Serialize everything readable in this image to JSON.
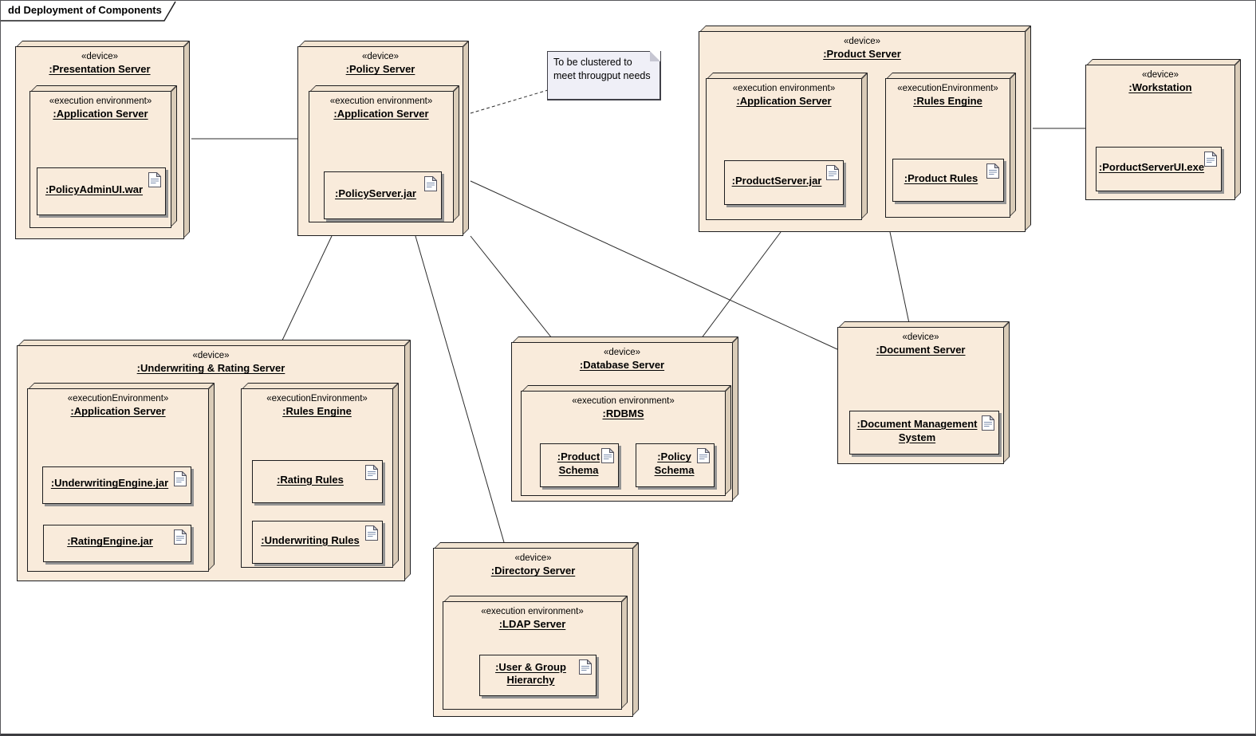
{
  "diagram": {
    "title": "dd Deployment of Components"
  },
  "colors": {
    "node_fill": "#F9EBDB",
    "node_top_face": "#F2E4D1",
    "node_side_face": "#DACCB8",
    "node_border": "#1d1d1f",
    "artifact_shadow": "#949494",
    "note_fill": "#EFEFF7",
    "connector": "#2b2b2b",
    "background": "#ffffff"
  },
  "note": {
    "text": "To be clustered to meet througput needs"
  },
  "nodes": {
    "presentation": {
      "stereotype": "«device»",
      "name": ":Presentation Server"
    },
    "presentation_app": {
      "stereotype": "«execution environment»",
      "name": ":Application Server"
    },
    "policy_admin_ui": {
      "name": ":PolicyAdminUI.war"
    },
    "policy": {
      "stereotype": "«device»",
      "name": ":Policy Server"
    },
    "policy_app": {
      "stereotype": "«execution environment»",
      "name": ":Application Server"
    },
    "policy_server_jar": {
      "name": ":PolicyServer.jar"
    },
    "product": {
      "stereotype": "«device»",
      "name": ":Product Server"
    },
    "product_app": {
      "stereotype": "«execution environment»",
      "name": ":Application Server"
    },
    "product_rules_engine": {
      "stereotype": "«executionEnvironment»",
      "name": ":Rules Engine"
    },
    "product_server_jar": {
      "name": ":ProductServer.jar"
    },
    "product_rules": {
      "name": ":Product Rules"
    },
    "workstation": {
      "stereotype": "«device»",
      "name": ":Workstation"
    },
    "porduct_server_ui": {
      "name": ":PorductServerUI.exe"
    },
    "uw_rating": {
      "stereotype": "«device»",
      "name": ":Underwriting & Rating Server"
    },
    "uw_app": {
      "stereotype": "«executionEnvironment»",
      "name": ":Application Server"
    },
    "uw_rules_engine": {
      "stereotype": "«executionEnvironment»",
      "name": ":Rules Engine"
    },
    "underwriting_engine_jar": {
      "name": ":UnderwritingEngine.jar"
    },
    "rating_engine_jar": {
      "name": ":RatingEngine.jar"
    },
    "rating_rules": {
      "name": ":Rating Rules"
    },
    "underwriting_rules": {
      "name": ":Underwriting Rules"
    },
    "database": {
      "stereotype": "«device»",
      "name": ":Database Server"
    },
    "rdbms": {
      "stereotype": "«execution environment»",
      "name": ":RDBMS"
    },
    "product_schema": {
      "name": ":Product Schema"
    },
    "policy_schema": {
      "name": ":Policy Schema"
    },
    "document": {
      "stereotype": "«device»",
      "name": ":Document Server"
    },
    "dms": {
      "name": ":Document Management System"
    },
    "directory": {
      "stereotype": "«device»",
      "name": ":Directory Server"
    },
    "ldap": {
      "stereotype": "«execution environment»",
      "name": ":LDAP Server"
    },
    "user_group_hierarchy": {
      "name": ":User & Group Hierarchy"
    }
  },
  "connections": [
    {
      "from": ":Presentation Server",
      "to": ":Policy Server",
      "style": "solid"
    },
    {
      "from": ":Policy Server",
      "to": "note",
      "style": "dashed"
    },
    {
      "from": ":Policy Server",
      "to": ":Underwriting & Rating Server",
      "style": "solid"
    },
    {
      "from": ":Policy Server",
      "to": ":Directory Server",
      "style": "solid"
    },
    {
      "from": ":Policy Server",
      "to": ":Database Server",
      "style": "solid"
    },
    {
      "from": ":Policy Server",
      "to": ":Document Server",
      "style": "solid"
    },
    {
      "from": ":Product Server",
      "to": ":Database Server",
      "style": "solid"
    },
    {
      "from": ":Product Server",
      "to": ":Document Server",
      "style": "solid"
    },
    {
      "from": ":Product Server",
      "to": ":Workstation",
      "style": "solid"
    }
  ]
}
